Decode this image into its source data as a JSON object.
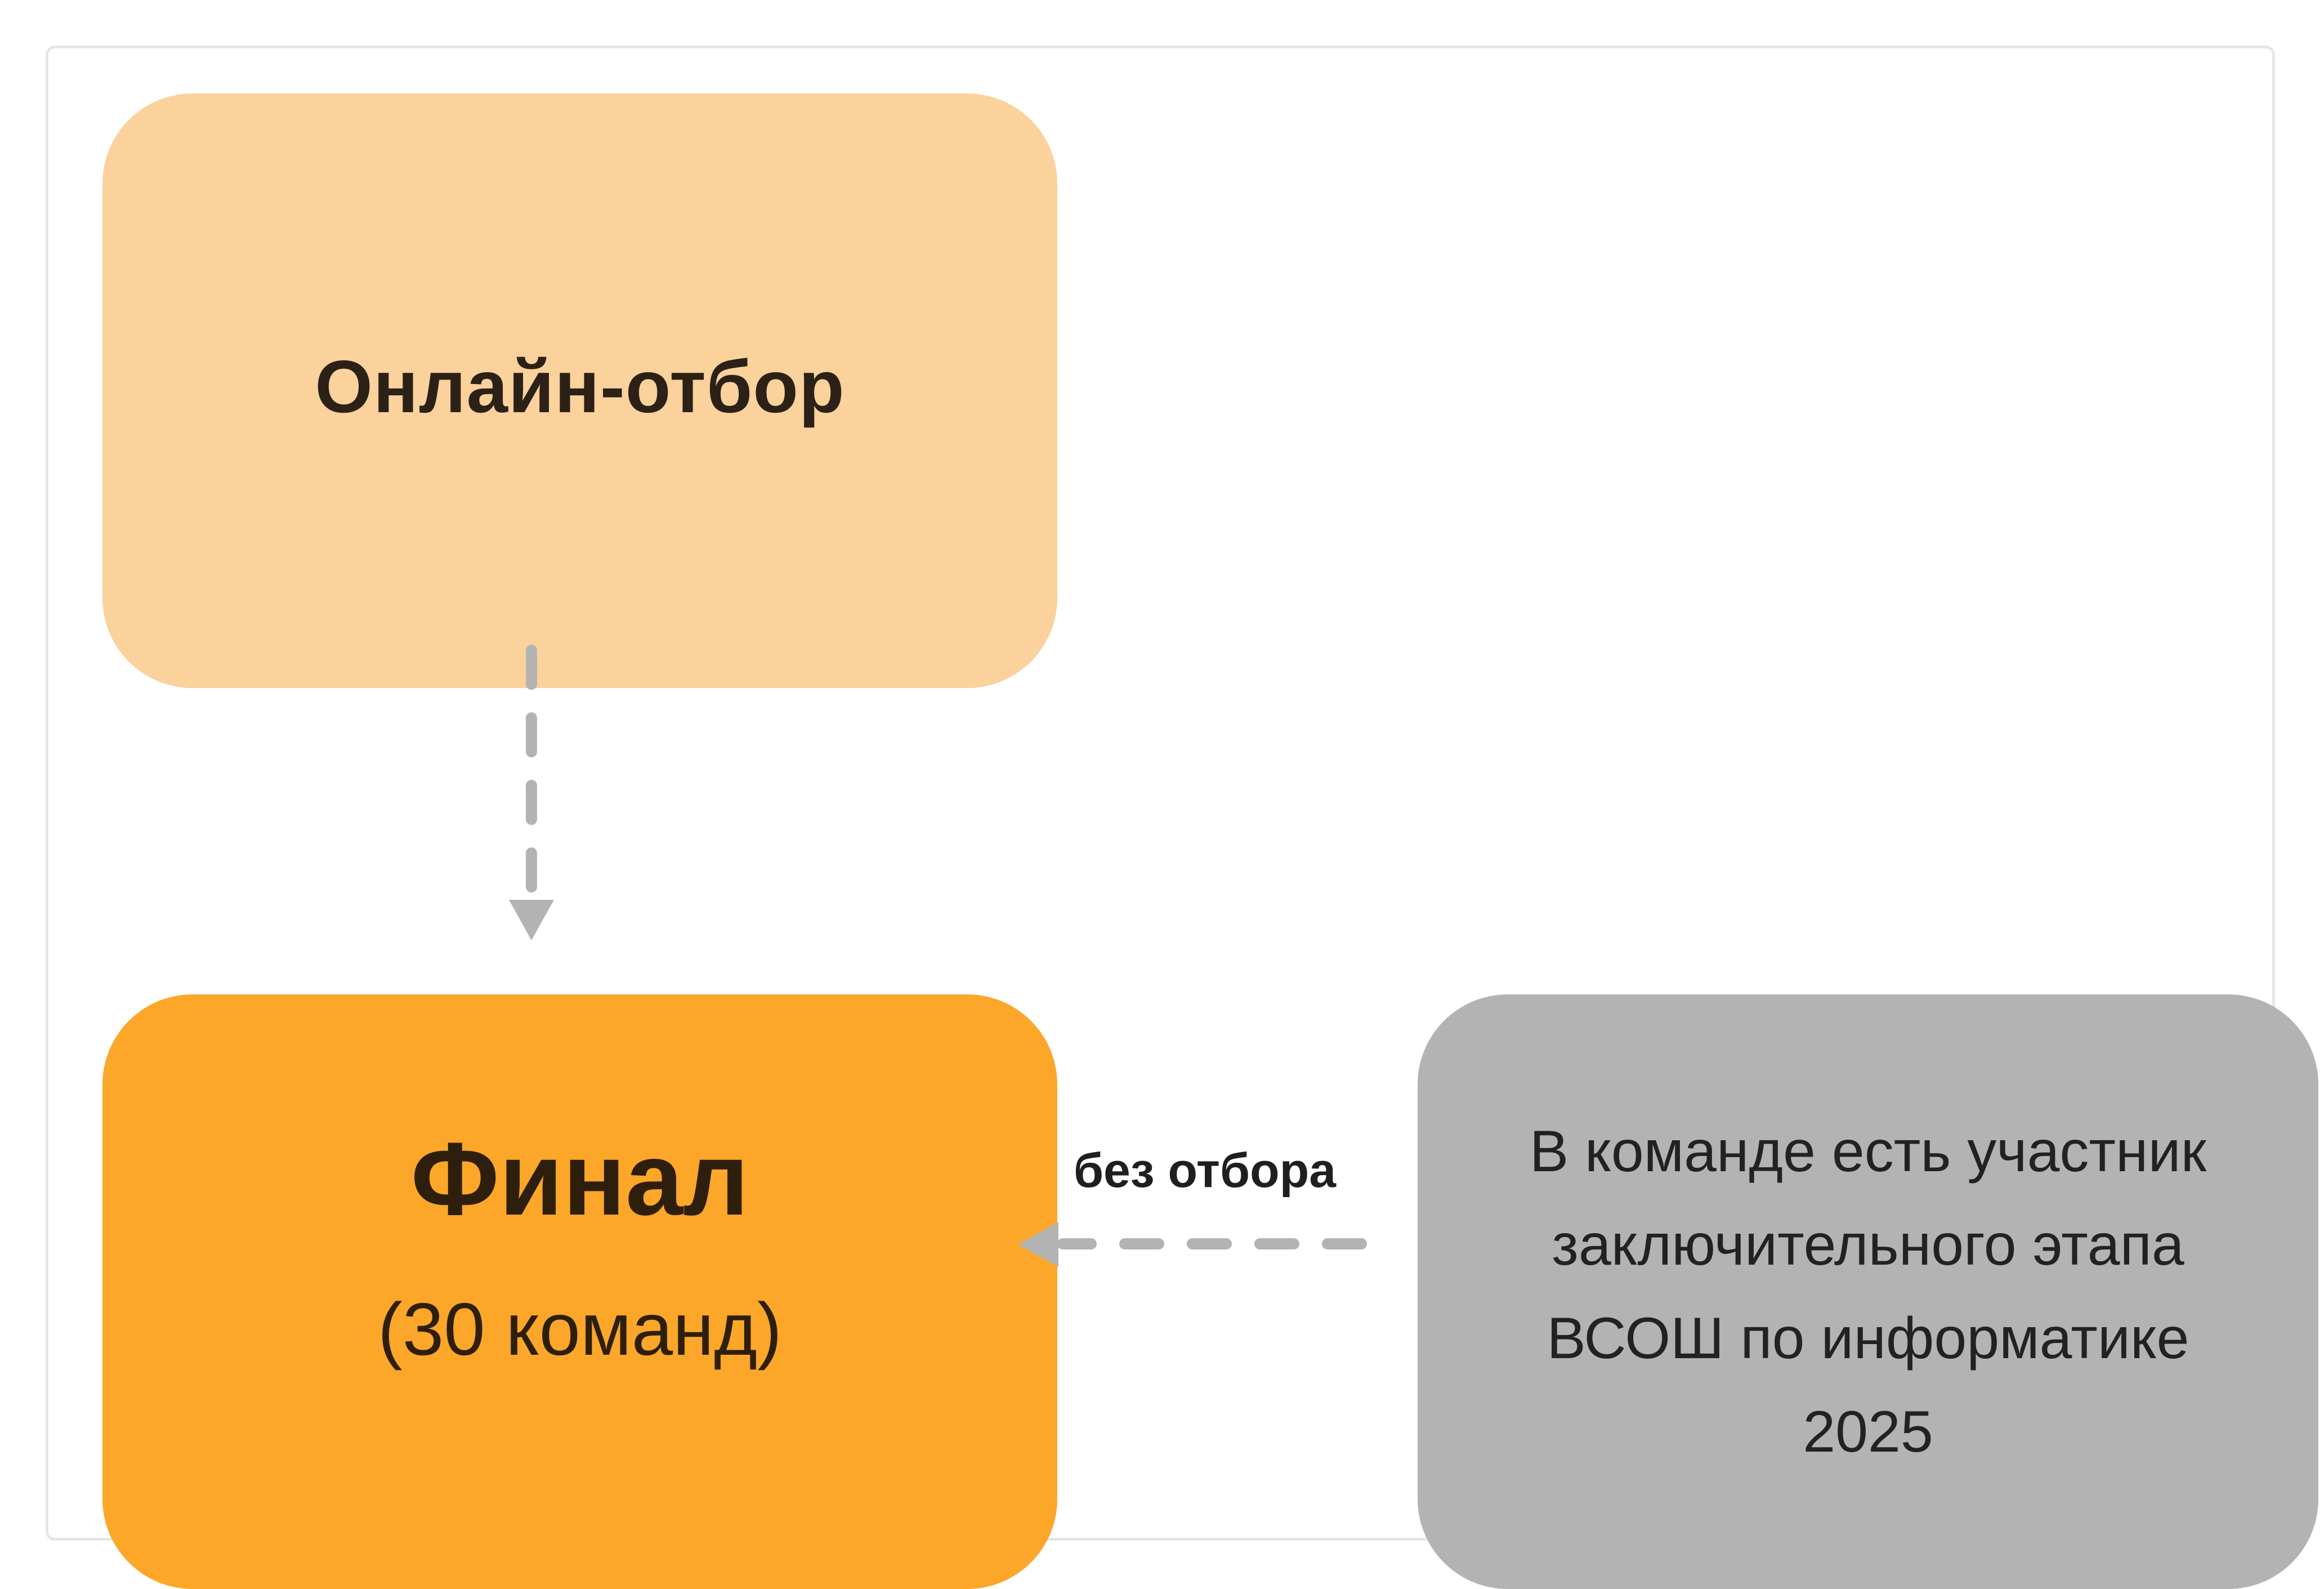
{
  "diagram": {
    "nodes": {
      "online": {
        "title": "Онлайн-отбор",
        "color": "#fbd19c"
      },
      "final": {
        "title": "Финал",
        "subtitle": "(30 команд)",
        "color": "#fca62a"
      },
      "vsosh": {
        "lines": [
          "В команде есть участник",
          "заключительного этапа",
          "ВСОШ по информатике",
          "2025"
        ],
        "color": "#b3b3b3"
      }
    },
    "edges": [
      {
        "from": "online",
        "to": "final",
        "style": "dashed",
        "label": ""
      },
      {
        "from": "vsosh",
        "to": "final",
        "style": "dashed",
        "label": "без отбора"
      }
    ],
    "edge_color": "#b3b3b3"
  }
}
